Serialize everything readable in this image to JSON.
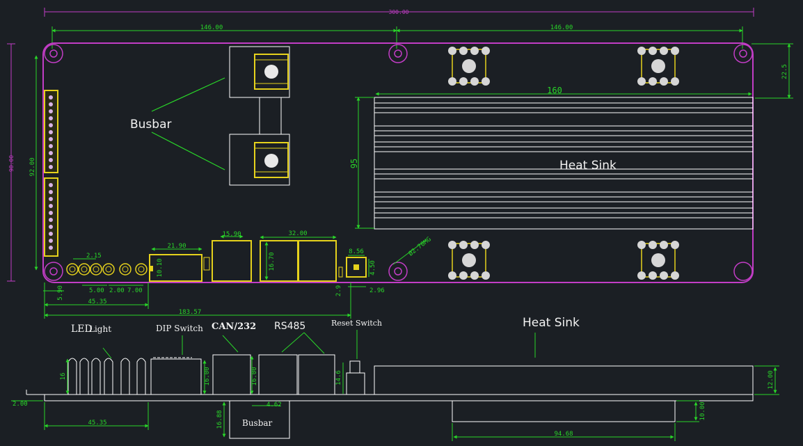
{
  "colors": {
    "background": "#1b1f24",
    "board_outline": "#c23dc6",
    "dimension": "#29d629",
    "component": "#ffffff",
    "yellow": "#e6d21c",
    "label": "#f2f2f2"
  },
  "labels": {
    "busbar_top": "Busbar",
    "heat_sink_top": "Heat Sink",
    "led_light_big": "LED",
    "led_light_small": "Light",
    "dip_switch": "DIP Switch",
    "can232": "CAN/232",
    "rs485": "RS485",
    "reset_switch": "Reset Switch",
    "heat_sink_side": "Heat Sink",
    "busbar_side": "Busbar"
  },
  "dimensions": {
    "overall_width": "300.00",
    "half_left": "146.00",
    "half_right": "146.00",
    "heatsink_length": "160",
    "heatsink_width": "95",
    "edge_offset": "22.5",
    "board_height": "92.00",
    "overall_height": "98.00",
    "led_pitch": "2.15",
    "led_spacing": "5.00",
    "led_gap": "2.00",
    "led_gap2": "7.00",
    "led_offset": "5.90",
    "led_group": "45.35",
    "dip_width": "21.90",
    "dip_height": "10.10",
    "can_width": "15.90",
    "rs485_width": "32.00",
    "rs485_height": "16.70",
    "connector_total": "183.57",
    "reset_width": "8.56",
    "reset_height": "4.50",
    "reset_offset": "2.96",
    "hole": "Ø2.70MG",
    "side_led_height": "16",
    "side_dip_height": "16.00",
    "side_can_height": "16.00",
    "side_reset_height": "14.6",
    "side_hs_height": "12.00",
    "board_thickness": "2.00",
    "busbar_offset": "4.62",
    "side_busbar_depth": "16.88",
    "side_hs_depth": "10.00",
    "side_led_group": "45.35",
    "side_hs_length": "94.68",
    "pin_label_left": "2.9",
    "pin_label_right": "4.50"
  }
}
